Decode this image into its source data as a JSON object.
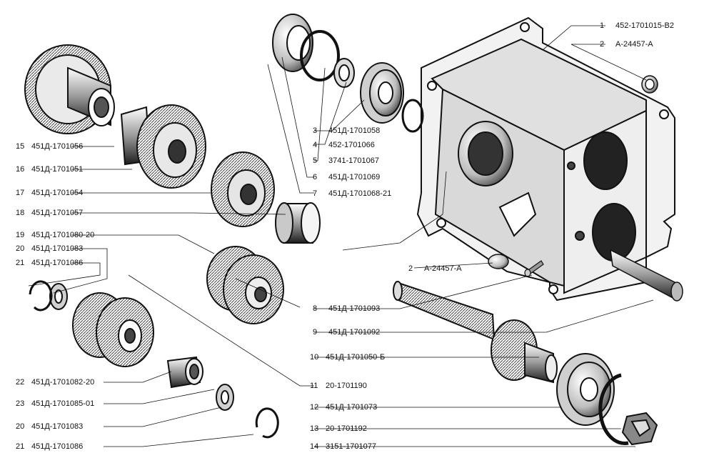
{
  "labels": {
    "l1": {
      "num": "1",
      "code": "452-1701015-В2"
    },
    "l2a": {
      "num": "2",
      "code": "А-24457-А"
    },
    "l2b": {
      "num": "2",
      "code": "А-24457-А"
    },
    "l3": {
      "num": "3",
      "code": "451Д-1701058"
    },
    "l4": {
      "num": "4",
      "code": "452-1701066"
    },
    "l5": {
      "num": "5",
      "code": "3741-1701067"
    },
    "l6": {
      "num": "6",
      "code": "451Д-1701069"
    },
    "l7": {
      "num": "7",
      "code": "451Д-1701068-21"
    },
    "l8": {
      "num": "8",
      "code": "451Д-1701093"
    },
    "l9": {
      "num": "9",
      "code": "451Д-1701092"
    },
    "l10": {
      "num": "10",
      "code": "451Д-1701050-Б"
    },
    "l11": {
      "num": "11",
      "code": "20-1701190"
    },
    "l12": {
      "num": "12",
      "code": "451Д-1701073"
    },
    "l13": {
      "num": "13",
      "code": "20-1701192"
    },
    "l14": {
      "num": "14",
      "code": "3151-1701077"
    },
    "l15": {
      "num": "15",
      "code": "451Д-1701056"
    },
    "l16": {
      "num": "16",
      "code": "451Д-1701051"
    },
    "l17": {
      "num": "17",
      "code": "451Д-1701054"
    },
    "l18": {
      "num": "18",
      "code": "451Д-1701057"
    },
    "l19": {
      "num": "19",
      "code": "451Д-1701080-20"
    },
    "l20a": {
      "num": "20",
      "code": "451Д-1701083"
    },
    "l21a": {
      "num": "21",
      "code": "451Д-1701086"
    },
    "l22": {
      "num": "22",
      "code": "451Д-1701082-20"
    },
    "l23": {
      "num": "23",
      "code": "451Д-1701085-01"
    },
    "l20b": {
      "num": "20",
      "code": "451Д-1701083"
    },
    "l21b": {
      "num": "21",
      "code": "451Д-1701086"
    }
  }
}
